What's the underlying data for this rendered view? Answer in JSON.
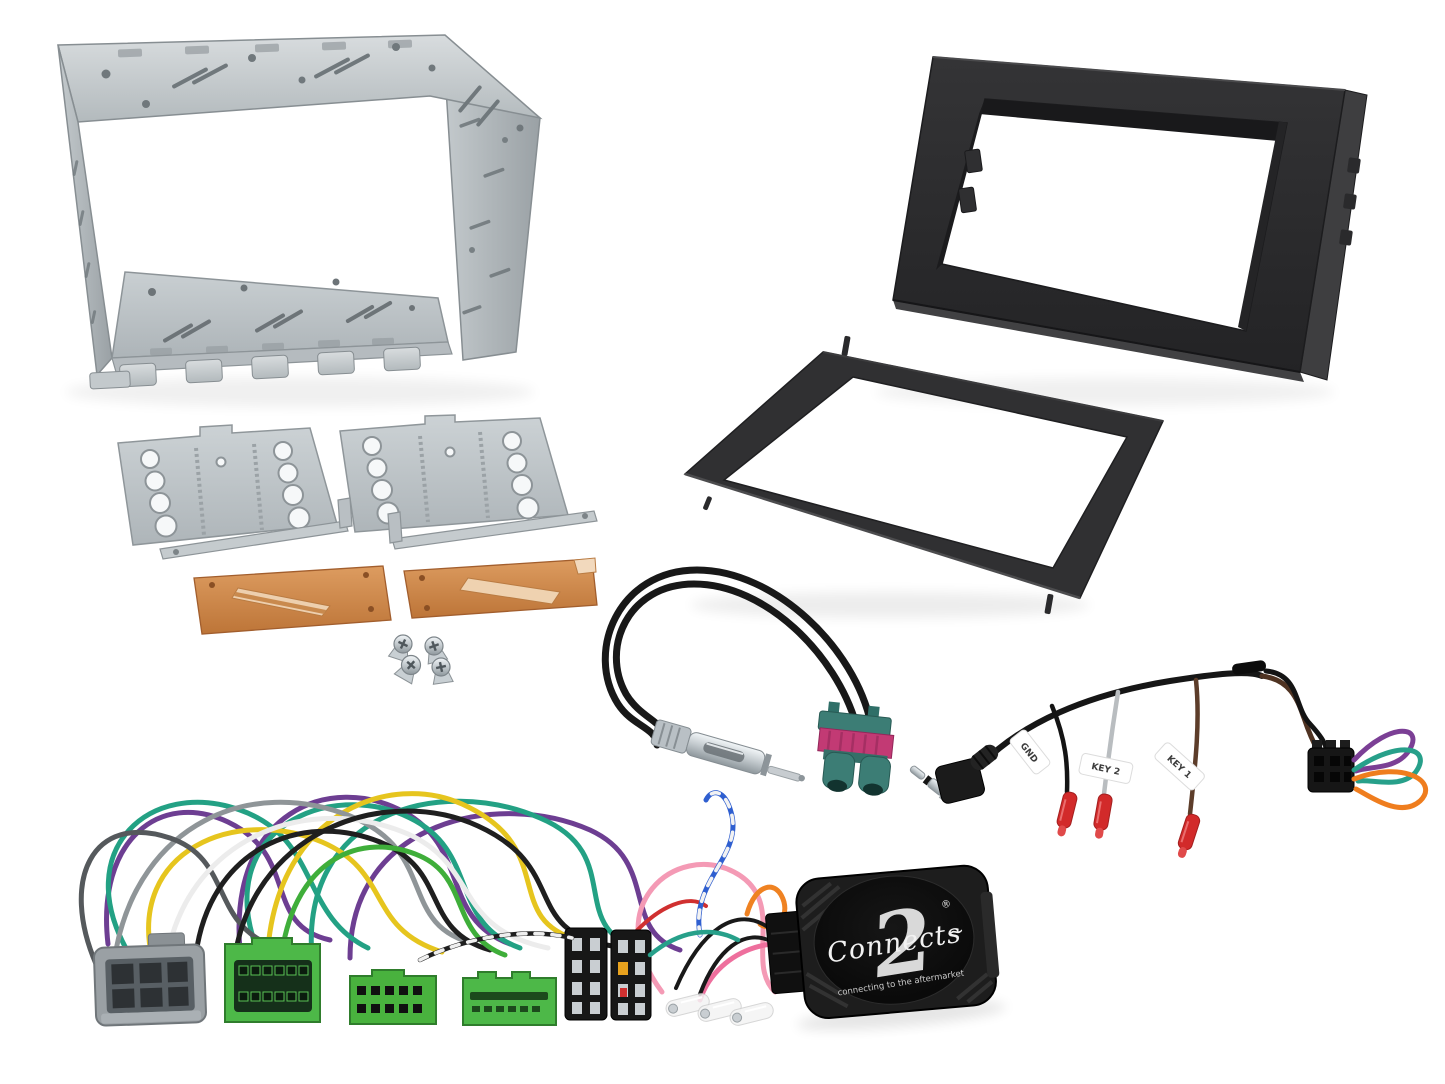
{
  "product": {
    "description": "double-din-car-stereo-installation-kit-product-photo",
    "background": "#ffffff"
  },
  "branding": {
    "name": "Connects2",
    "logo_script": "Connects",
    "logo_numeral": "2",
    "registered": "®",
    "tagline": "connecting to the aftermarket"
  },
  "wire_labels": [
    {
      "text": "GND"
    },
    {
      "text": "KEY 2"
    },
    {
      "text": "KEY 1"
    }
  ],
  "components": [
    {
      "id": "din-cage",
      "name": "double-din-metal-mounting-cage"
    },
    {
      "id": "side-bracket-left",
      "name": "side-bracket-plate"
    },
    {
      "id": "side-bracket-right",
      "name": "side-bracket-plate"
    },
    {
      "id": "removal-key-left",
      "name": "release-key-strip"
    },
    {
      "id": "removal-key-right",
      "name": "release-key-strip"
    },
    {
      "id": "copper-spring-left",
      "name": "copper-retention-spring"
    },
    {
      "id": "copper-spring-right",
      "name": "copper-retention-spring"
    },
    {
      "id": "mounting-screws",
      "name": "mounting-screws"
    },
    {
      "id": "fascia-surround",
      "name": "double-din-fascia-surround"
    },
    {
      "id": "trim-frame",
      "name": "double-din-trim-frame"
    },
    {
      "id": "antenna-adapter",
      "name": "double-fakra-to-din-aerial-adapter"
    },
    {
      "id": "swc-patch-lead",
      "name": "steering-wheel-control-patch-lead"
    },
    {
      "id": "wiring-harness",
      "name": "iso-wiring-harness"
    },
    {
      "id": "swc-interface-box",
      "name": "connects2-swc-interface"
    }
  ],
  "palette": {
    "metal_light": "#d6dbdd",
    "metal_mid": "#bcc2c6",
    "metal_dark": "#8f969a",
    "copper": "#cd8046",
    "copper_light": "#efd2b0",
    "fascia_black": "#2d2d2f",
    "fascia_side": "#3e3e40",
    "connector_gray": "#9aa0a4",
    "connector_green": "#4db848",
    "iso_black": "#171717",
    "fakra_teal": "#3c7d75",
    "fakra_magenta": "#c23a74",
    "chrome": "#dfe5e8",
    "terminal_red": "#d22a2a",
    "loop_purple": "#7b3f95",
    "loop_teal": "#27a08a",
    "loop_orange": "#ef7d1e",
    "wire_yellow": "#e6c51e",
    "wire_teal": "#23a184",
    "wire_purple": "#6d3e92",
    "wire_gray": "#8f9598",
    "wire_white": "#ececec",
    "wire_black": "#1f1f1f",
    "wire_green": "#3fae3a",
    "wire_pink": "#f49ab5",
    "wire_rose": "#ee6f9d",
    "wire_orange": "#ef8222",
    "wire_blue": "#2f5fd0",
    "wire_brown": "#5d3d2a",
    "swc_box_black": "#1d1d1d",
    "label_white": "#ffffff"
  }
}
